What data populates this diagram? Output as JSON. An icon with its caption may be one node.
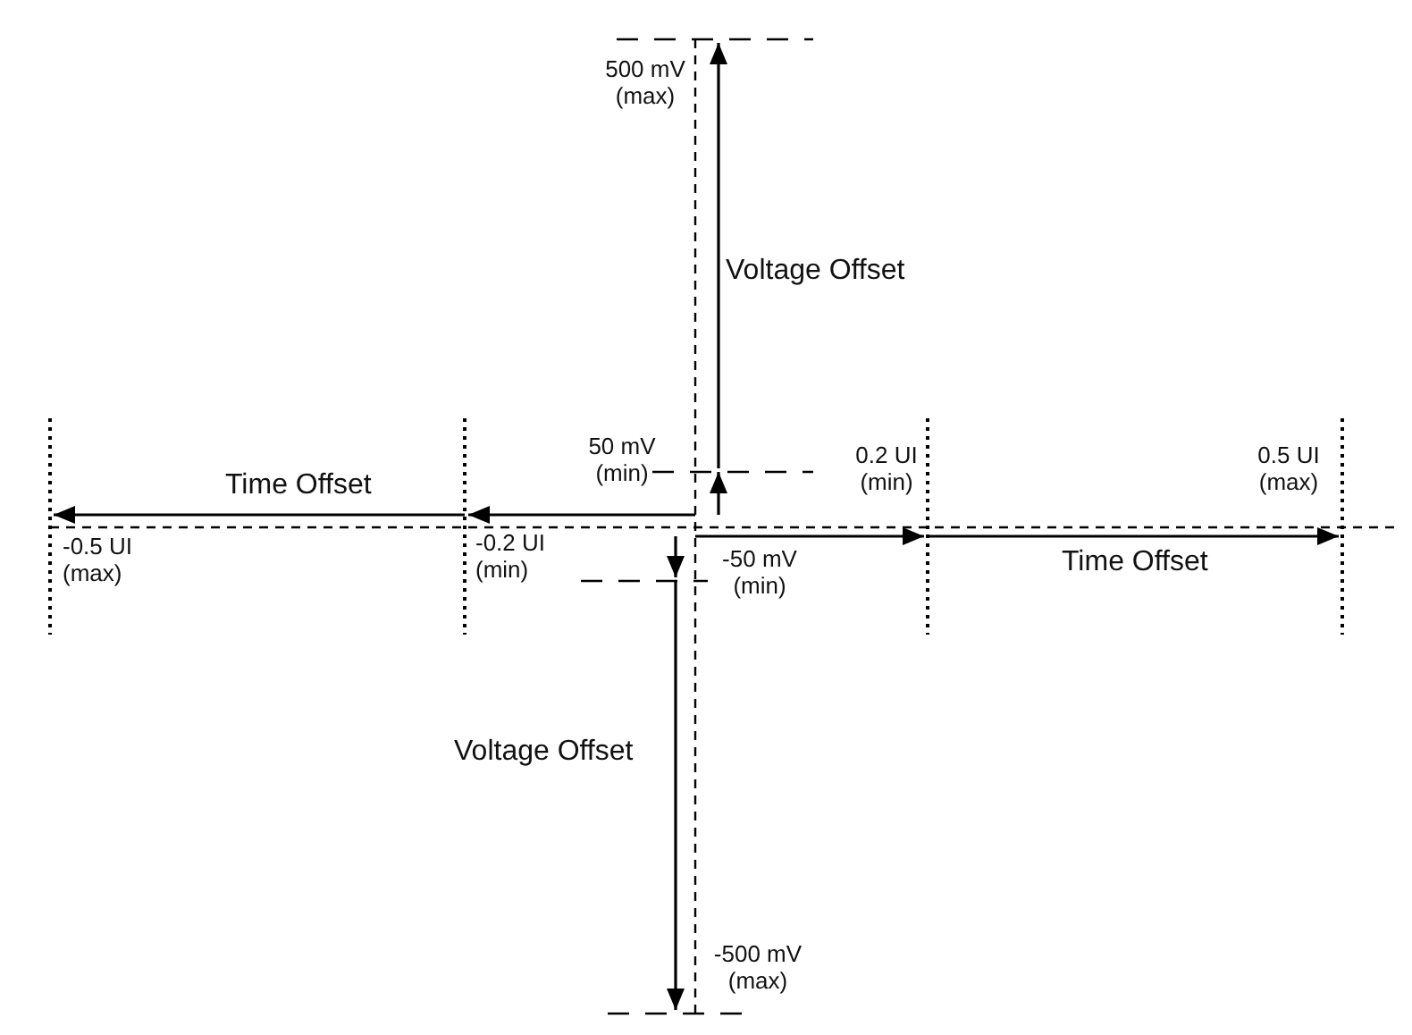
{
  "diagram": {
    "labels": [
      "500 mV (max)",
      "Voltage Offset",
      "50 mV (min)",
      "0.2 UI (min)",
      "0.5 UI (max)",
      "Time Offset",
      "-0.5 UI (max)",
      "-0.2 UI (min)",
      "-50 mV (min)",
      "Time Offset",
      "Voltage Offset",
      "-500 mV (max)"
    ]
  }
}
